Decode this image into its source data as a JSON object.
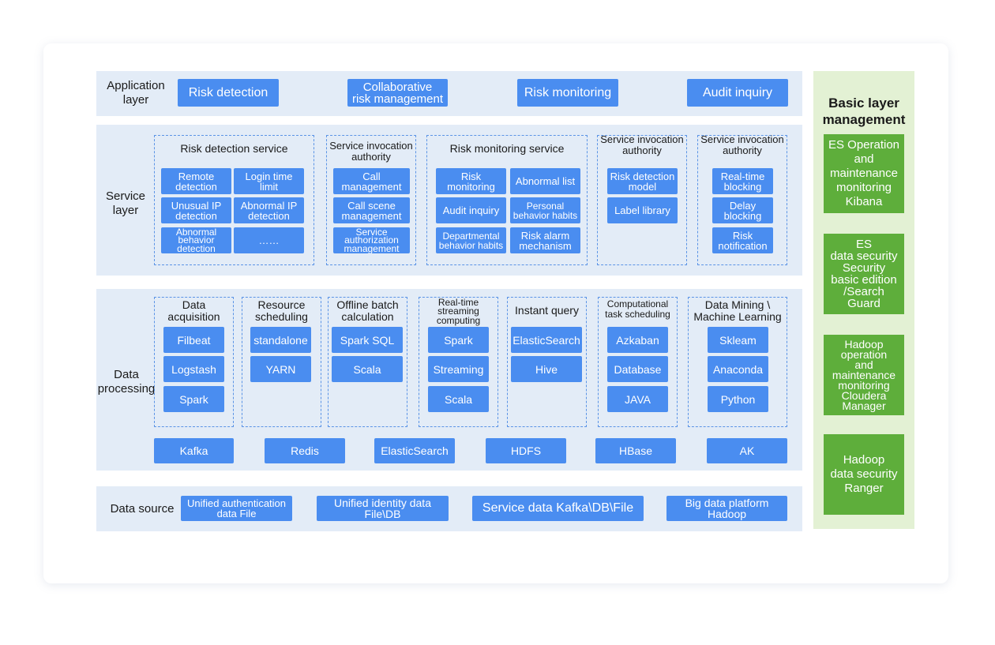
{
  "application_layer": {
    "label": "Application\nlayer",
    "items": [
      "Risk detection",
      "Collaborative\nrisk management",
      "Risk monitoring",
      "Audit inquiry"
    ]
  },
  "service_layer": {
    "label": "Service\nlayer",
    "groups": [
      {
        "title": "Risk detection service",
        "items": [
          "Remote\ndetection",
          "Login time\nlimit",
          "Unusual IP\ndetection",
          "Abnormal IP\ndetection",
          "Abnormal\nbehavior\ndetection",
          "……"
        ]
      },
      {
        "title": "Service invocation\nauthority",
        "items": [
          "Call\nmanagement",
          "Call scene\nmanagement",
          "Service\nauthorization\nmanagement"
        ]
      },
      {
        "title": "Risk monitoring service",
        "items": [
          "Risk\nmonitoring",
          "Abnormal list",
          "Audit inquiry",
          "Personal\nbehavior habits",
          "Departmental\nbehavior habits",
          "Risk alarm\nmechanism"
        ]
      },
      {
        "title": "Service invocation\nauthority",
        "items": [
          "Risk detection\nmodel",
          "Label library"
        ]
      },
      {
        "title": "Service invocation\nauthority",
        "items": [
          "Real-time\nblocking",
          "Delay\nblocking",
          "Risk\nnotification"
        ]
      }
    ]
  },
  "data_processing": {
    "label": "Data\nprocessing",
    "groups": [
      {
        "title": "Data\nacquisition",
        "items": [
          "Filbeat",
          "Logstash",
          "Spark"
        ]
      },
      {
        "title": "Resource\nscheduling",
        "items": [
          "standalone",
          "YARN"
        ]
      },
      {
        "title": "Offline batch\ncalculation",
        "items": [
          "Spark SQL",
          "Scala"
        ]
      },
      {
        "title": "Real-time\nstreaming\ncomputing",
        "items": [
          "Spark",
          "Streaming",
          "Scala"
        ]
      },
      {
        "title": "Instant query",
        "items": [
          "ElasticSearch",
          "Hive"
        ]
      },
      {
        "title": "Computational\ntask scheduling",
        "items": [
          "Azkaban",
          "Database",
          "JAVA"
        ]
      },
      {
        "title": "Data Mining \\\nMachine Learning",
        "items": [
          "Skleam",
          "Anaconda",
          "Python"
        ]
      }
    ],
    "storage": [
      "Kafka",
      "Redis",
      "ElasticSearch",
      "HDFS",
      "HBase",
      "AK"
    ]
  },
  "data_source": {
    "label": "Data source",
    "items": [
      "Unified authentication\ndata File",
      "Unified identity data\nFile\\DB",
      "Service data Kafka\\DB\\File",
      "Big data platform\nHadoop"
    ]
  },
  "basic_layer": {
    "title": "Basic layer\nmanagement",
    "items": [
      "ES Operation\nand\nmaintenance\nmonitoring\nKibana",
      "ES\ndata security\nSecurity\nbasic edition\n/Search\nGuard",
      "Hadoop\noperation\nand\nmaintenance\nmonitoring\nCloudera\nManager",
      "Hadoop\ndata security\nRanger"
    ]
  },
  "colors": {
    "blue_button": "#4a8df0",
    "band_background": "#e3ecf7",
    "green_button": "#5eae3b",
    "green_panel": "#e3f1d4",
    "dashed_border": "#5b94e6"
  }
}
